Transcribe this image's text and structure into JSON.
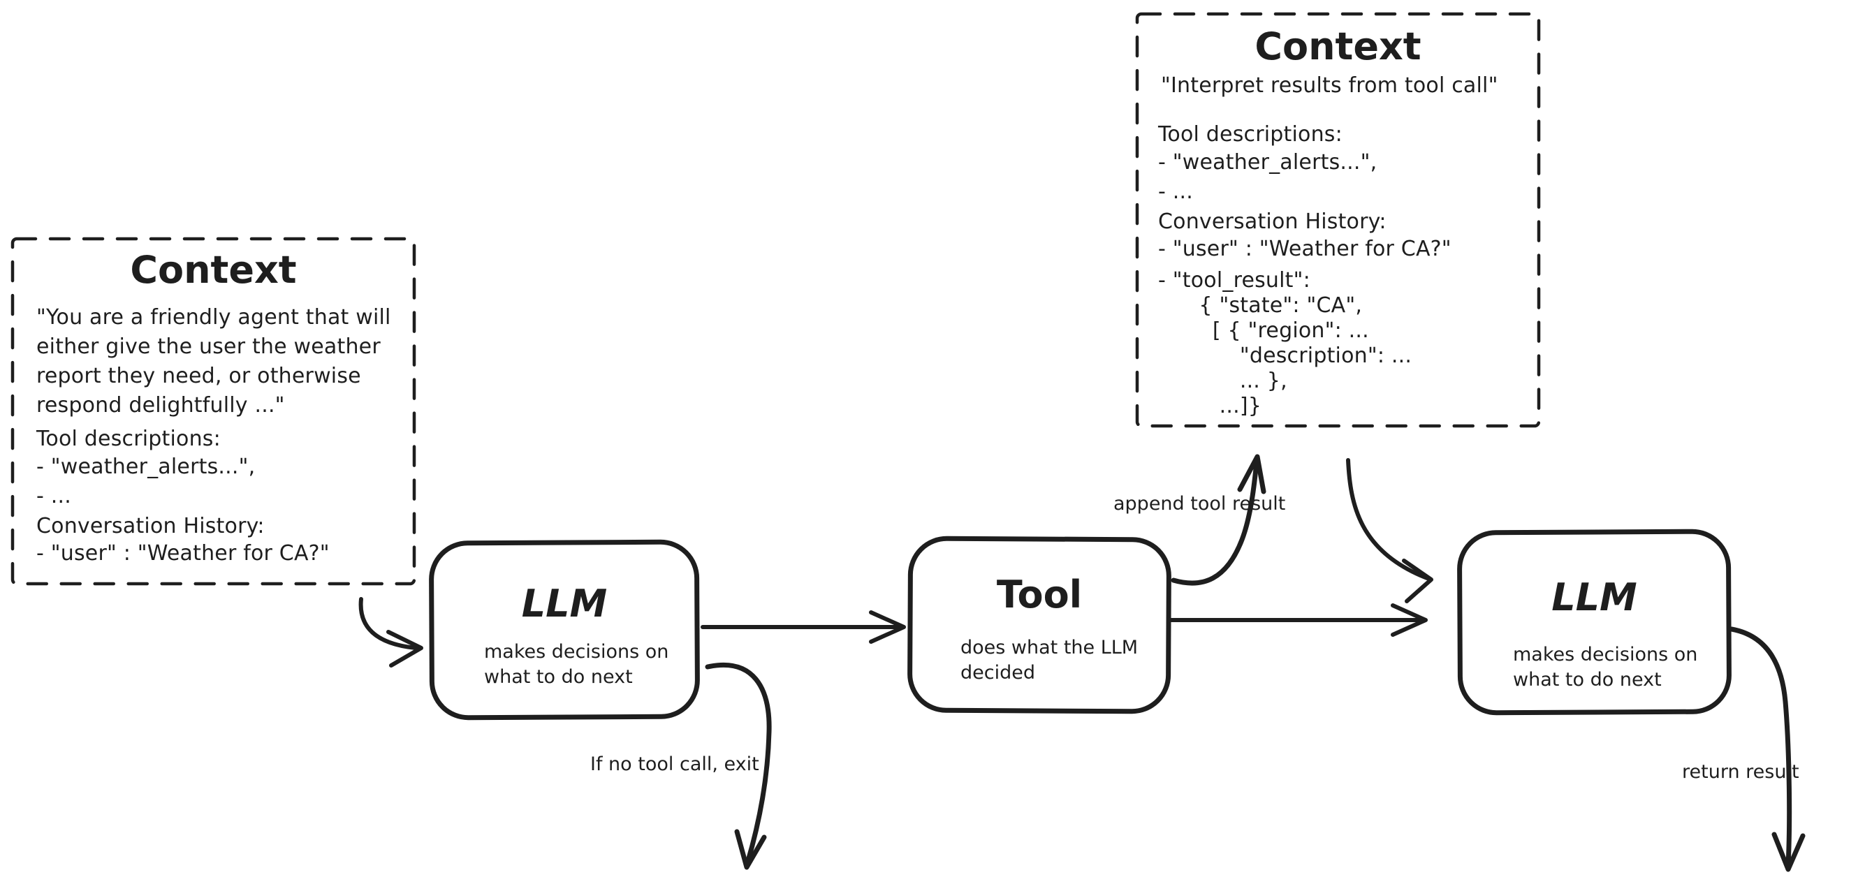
{
  "diagram": {
    "stroke_color": "#1e1e1e",
    "background_color": "#ffffff"
  },
  "context_left": {
    "title": "Context",
    "system_prompt": "\"You are a friendly agent that will\neither give the user the weather\nreport they need, or otherwise\nrespond delightfully ...\"",
    "tool_descriptions_header": "Tool descriptions:",
    "tool_descriptions_items": "- \"weather_alerts...\",\n- ...",
    "conversation_history_header": "Conversation History:",
    "conversation_history_items": "- \"user\" : \"Weather for CA?\""
  },
  "context_top": {
    "title": "Context",
    "system_prompt": "\"Interpret results from tool call\"",
    "tool_descriptions_header": "Tool descriptions:",
    "tool_descriptions_items": "- \"weather_alerts...\",\n- ...",
    "conversation_history_header": "Conversation History:",
    "conversation_history_items": "- \"user\" : \"Weather for CA?\"",
    "tool_result_block": "- \"tool_result\":\n      { \"state\": \"CA\",\n        [ { \"region\": ...\n            \"description\": ...\n            ... },\n         ...]}"
  },
  "nodes": {
    "llm_1": {
      "title": "LLM",
      "subtitle": "makes decisions on\nwhat to do next"
    },
    "tool": {
      "title": "Tool",
      "subtitle": "does what the LLM\ndecided"
    },
    "llm_2": {
      "title": "LLM",
      "subtitle": "makes decisions on\nwhat to do next"
    }
  },
  "edge_labels": {
    "append_tool_result": "append tool result",
    "if_no_tool_call_exit": "If no tool call, exit",
    "return_result": "return result"
  }
}
